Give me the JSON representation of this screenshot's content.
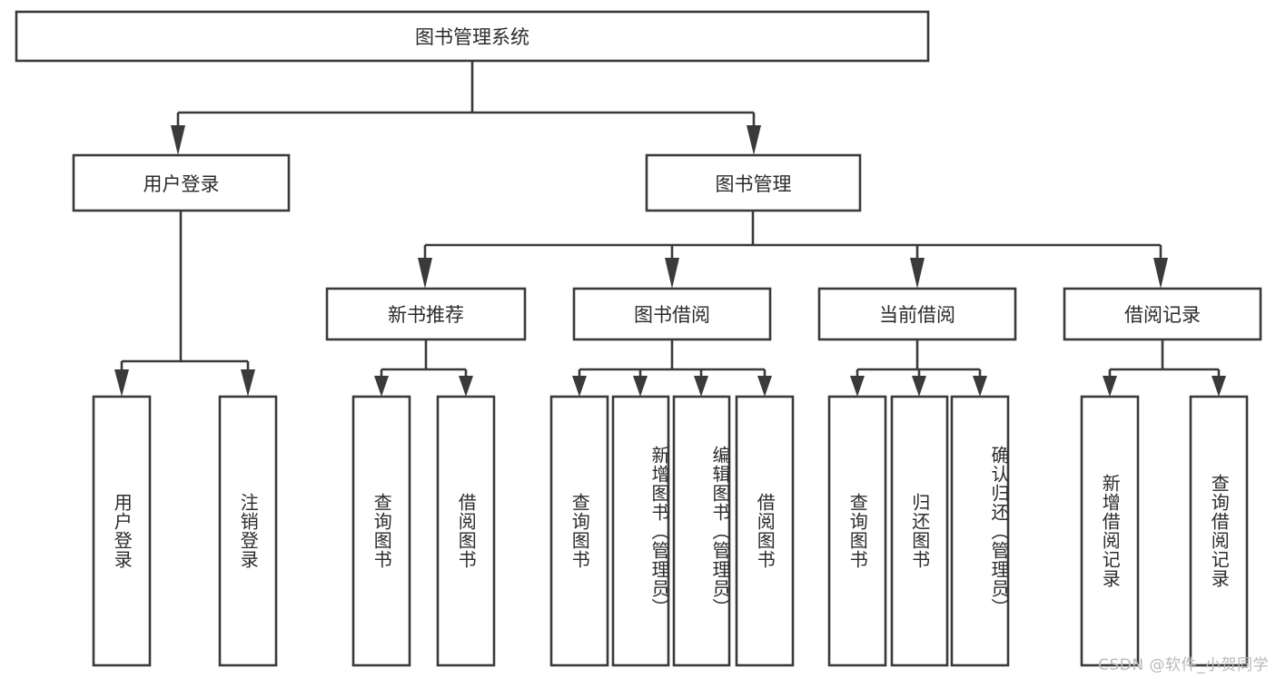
{
  "diagram": {
    "title": "图书管理系统",
    "type": "tree-hierarchy-diagram",
    "watermark": "CSDN @软件_小贺同学",
    "colors": {
      "stroke": "#3a3a3a",
      "box_fill": "#ffffff",
      "text": "#2b2b2b",
      "background": "#ffffff",
      "watermark": "#b9b9b9"
    },
    "nodes": {
      "root": {
        "label": "图书管理系统"
      },
      "level2": [
        {
          "id": "user-login",
          "label": "用户登录"
        },
        {
          "id": "book-management",
          "label": "图书管理"
        }
      ],
      "level3": [
        {
          "id": "new-book-recommend",
          "label": "新书推荐"
        },
        {
          "id": "book-borrow",
          "label": "图书借阅"
        },
        {
          "id": "current-borrow",
          "label": "当前借阅"
        },
        {
          "id": "borrow-record",
          "label": "借阅记录"
        }
      ],
      "leaves": {
        "user-login": [
          {
            "id": "leaf-user-login",
            "label": "用户登录"
          },
          {
            "id": "leaf-user-logout",
            "label": "注销登录"
          }
        ],
        "new-book-recommend": [
          {
            "id": "leaf-query-book-1",
            "label": "查询图书"
          },
          {
            "id": "leaf-borrow-book-1",
            "label": "借阅图书"
          }
        ],
        "book-borrow": [
          {
            "id": "leaf-query-book-2",
            "label": "查询图书"
          },
          {
            "id": "leaf-add-book",
            "label": "新增图书（管理员）"
          },
          {
            "id": "leaf-edit-book",
            "label": "编辑图书（管理员）"
          },
          {
            "id": "leaf-borrow-book-2",
            "label": "借阅图书"
          }
        ],
        "current-borrow": [
          {
            "id": "leaf-query-book-3",
            "label": "查询图书"
          },
          {
            "id": "leaf-return-book",
            "label": "归还图书"
          },
          {
            "id": "leaf-confirm-return",
            "label": "确认归还（管理员）"
          }
        ],
        "borrow-record": [
          {
            "id": "leaf-add-record",
            "label": "新增借阅记录"
          },
          {
            "id": "leaf-query-record",
            "label": "查询借阅记录"
          }
        ]
      }
    }
  }
}
